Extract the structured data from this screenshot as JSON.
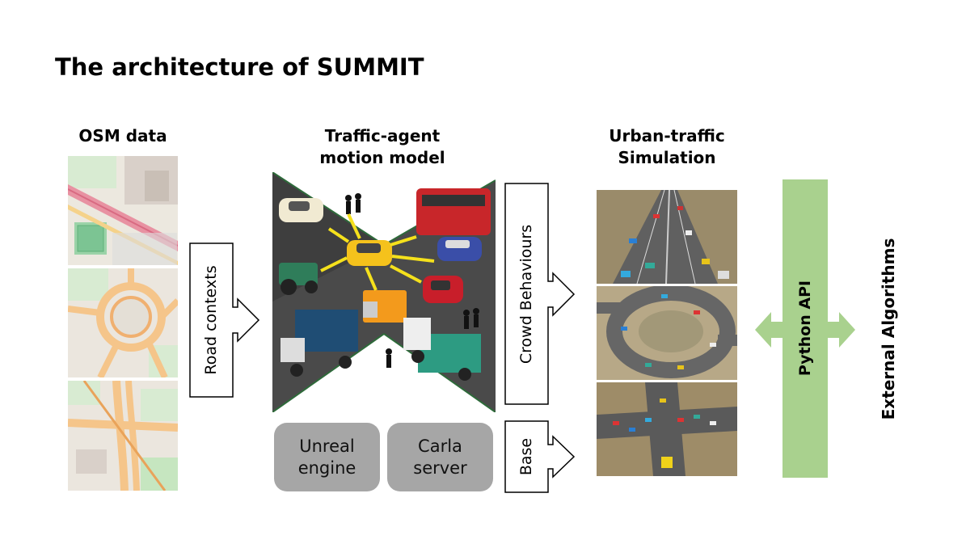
{
  "title": "The architecture of SUMMIT",
  "columns": {
    "osm": "OSM data",
    "motion_model_line1": "Traffic-agent",
    "motion_model_line2": "motion model",
    "simulation_line1": "Urban-traffic",
    "simulation_line2": "Simulation"
  },
  "arrows": {
    "road_contexts": "Road contexts",
    "crowd_behaviours": "Crowd Behaviours",
    "base": "Base"
  },
  "engines": {
    "unreal_line1": "Unreal",
    "unreal_line2": "engine",
    "carla_line1": "Carla",
    "carla_line2": "server"
  },
  "python_api": "Python API",
  "external_algorithms": "External Algorithms",
  "colors": {
    "road": "#4a4a4a",
    "agent_arrow": "#f5e11c",
    "python_api": "#a9d18e",
    "engine_box": "#a6a6a6",
    "map_bg": "#ece8df",
    "sim_ground": "#a09070"
  }
}
